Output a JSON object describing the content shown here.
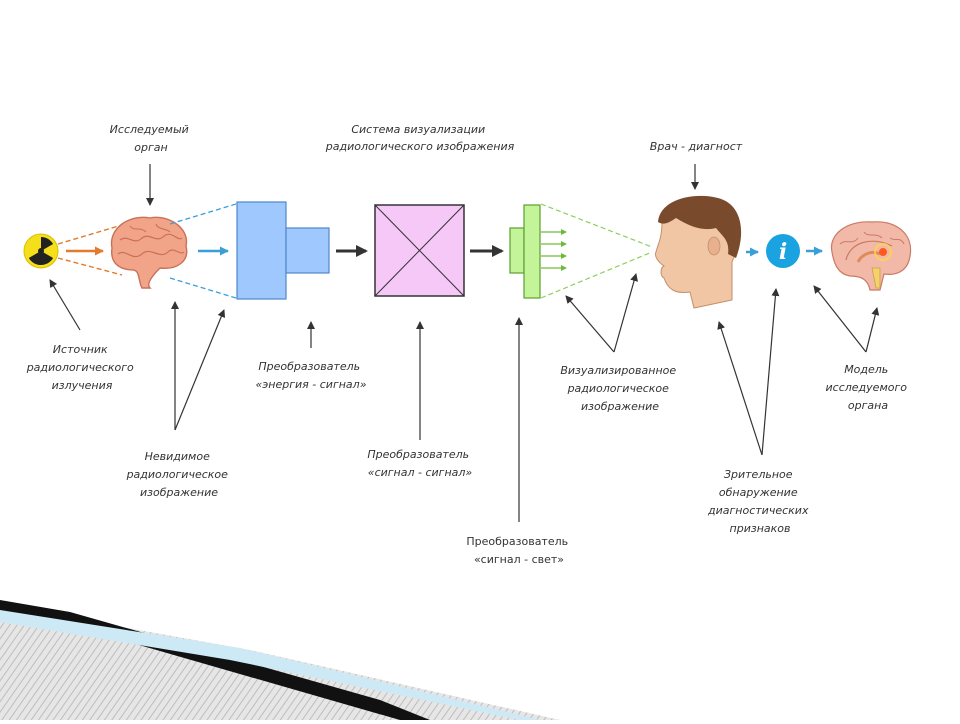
{
  "labels": {
    "organ": [
      "Исследуемый",
      "орган"
    ],
    "vis_system": [
      "Система визуализации",
      "радиологического изображения"
    ],
    "doctor": "Врач - диагност",
    "source": [
      "Источник",
      "радиологического",
      "излучения"
    ],
    "invisible": [
      "Невидимое",
      "радиологическое",
      "изображение"
    ],
    "conv_energy": [
      "Преобразователь",
      "«энергия - сигнал»"
    ],
    "conv_signal": [
      "Преобразователь",
      "«сигнал - сигнал»"
    ],
    "conv_light": [
      "Преобразователь",
      "«сигнал - свет»"
    ],
    "visualized": [
      "Визуализированное",
      "радиологическое",
      "изображение"
    ],
    "visual_detection": [
      "Зрительное",
      "обнаружение",
      "диагностических",
      "признаков"
    ],
    "model": [
      "Модель",
      "исследуемого",
      "органа"
    ]
  },
  "info_symbol": "i",
  "icons": [
    "radiation-icon",
    "brain-icon",
    "head-icon",
    "info-icon",
    "brain-model-icon"
  ],
  "colors": {
    "detector": "#9fc8ff",
    "processor": "#f5c8f7",
    "display": "#c4f49a",
    "arrow_orange": "#e37b2c",
    "arrow_blue": "#3a9fd6",
    "info": "#1aa3e0",
    "radiation": "#f4df1a"
  }
}
